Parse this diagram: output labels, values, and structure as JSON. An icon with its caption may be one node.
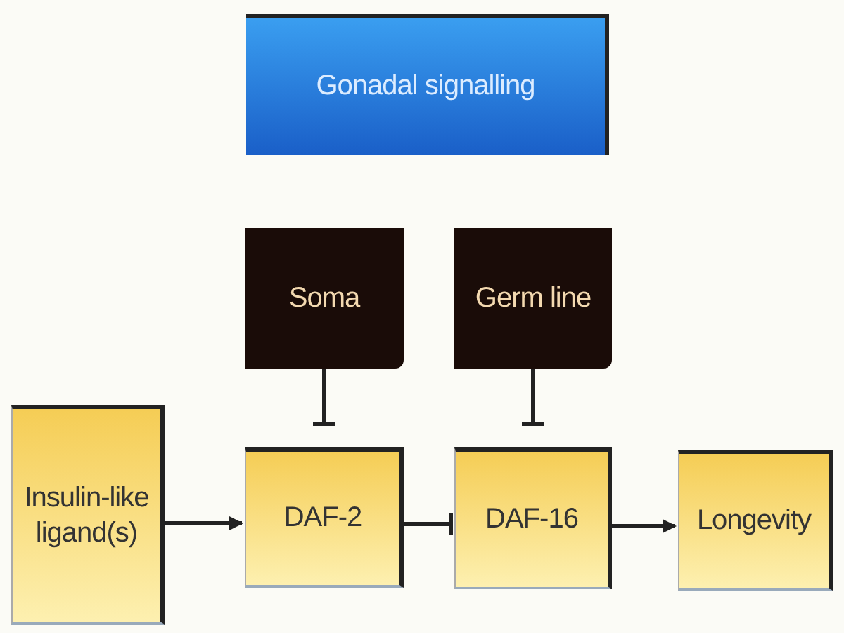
{
  "diagram": {
    "nodes": [
      {
        "text": [
          "Gonadal signalling"
        ]
      },
      {
        "text": [
          "Soma"
        ]
      },
      {
        "text": [
          "Germ line"
        ]
      },
      {
        "text": [
          "Insulin-like ligand(s)"
        ]
      },
      {
        "text": [
          "DAF-2"
        ]
      },
      {
        "text": [
          "DAF-16"
        ]
      },
      {
        "text": [
          "Longevity"
        ]
      }
    ],
    "edges": [
      {
        "from": 3,
        "to": 4,
        "arrow": "to"
      },
      {
        "from": 4,
        "to": 5,
        "arrow": "other"
      },
      {
        "from": 1,
        "to": 4,
        "arrow": "other"
      },
      {
        "from": 2,
        "to": 5,
        "arrow": "other"
      },
      {
        "from": 5,
        "to": 6,
        "arrow": "to"
      }
    ]
  }
}
